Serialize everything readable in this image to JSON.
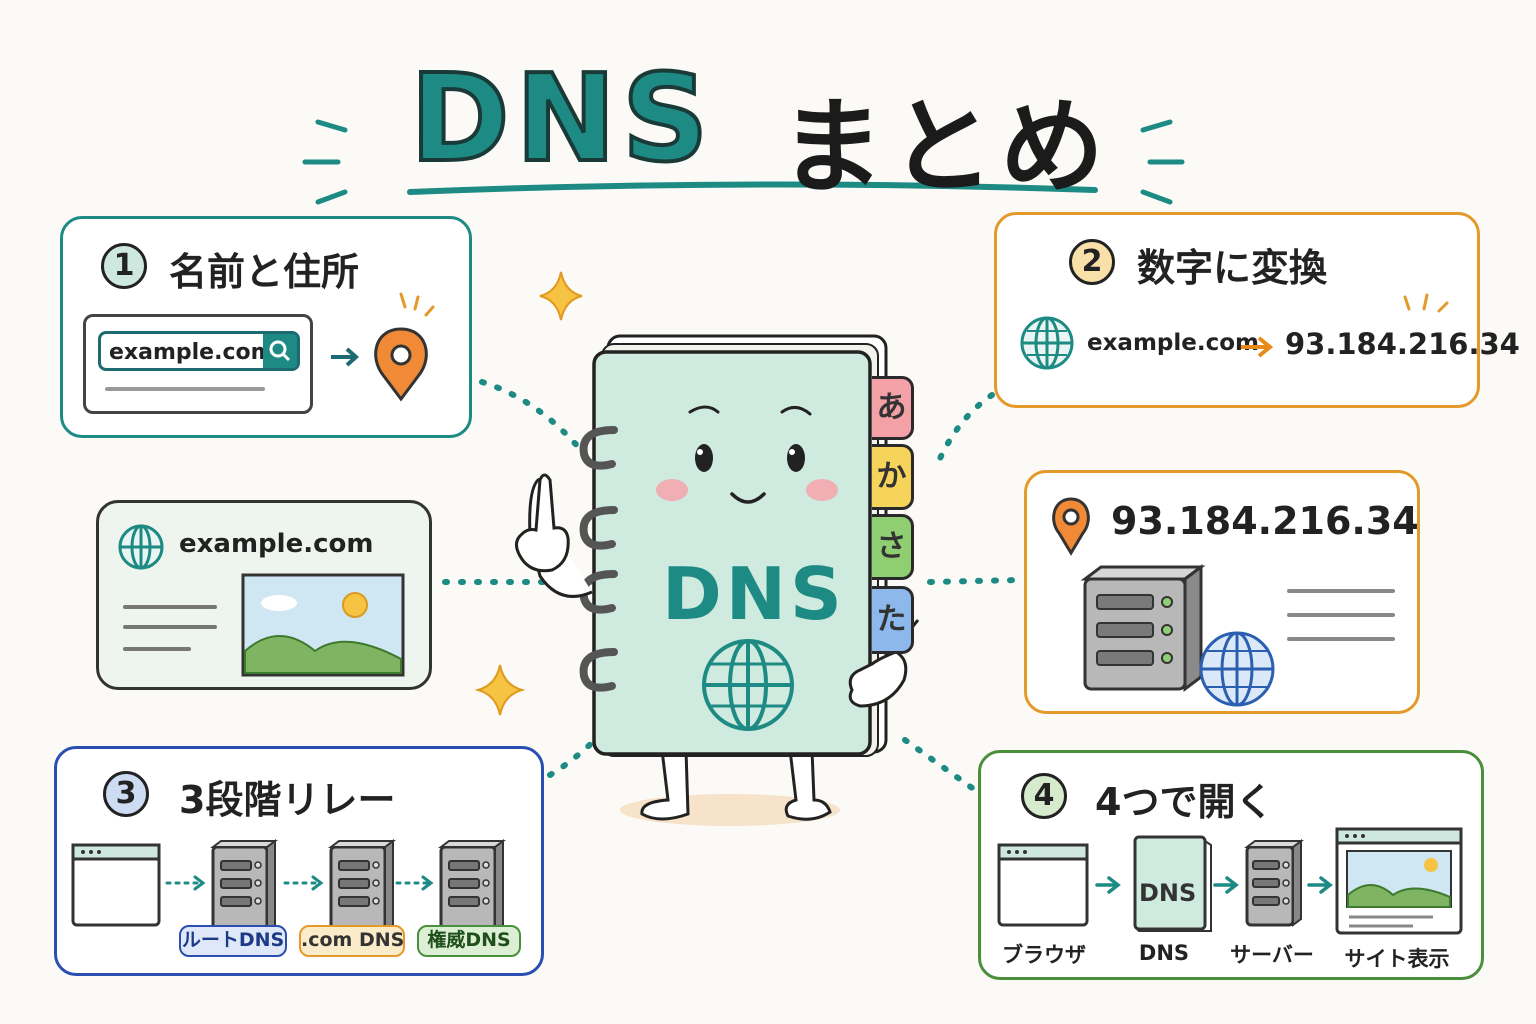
{
  "title": {
    "main": "DNS",
    "sub": "まとめ"
  },
  "colors": {
    "teal": "#1d8a84",
    "orange": "#e39a2a",
    "blue": "#2b4fb0",
    "green": "#4a8f3c",
    "book": "#cfeadf"
  },
  "panel1": {
    "number": "1",
    "title": "名前と住所",
    "search_value": "example.com",
    "icons": [
      "search-icon",
      "arrow-right-icon",
      "location-pin-icon"
    ]
  },
  "panel2": {
    "number": "2",
    "title": "数字に変換",
    "domain": "example.com",
    "ip": "93.184.216.34",
    "icons": [
      "globe-icon",
      "arrow-right-icon"
    ]
  },
  "panel_web": {
    "domain": "example.com",
    "icons": [
      "globe-icon",
      "landscape-image-icon"
    ]
  },
  "panel_server": {
    "ip": "93.184.216.34",
    "icons": [
      "location-pin-icon",
      "server-icon",
      "globe-icon"
    ]
  },
  "panel3": {
    "number": "3",
    "title": "3段階リレー",
    "steps": [
      {
        "label": "ルートDNS",
        "color": "#2b4fb0"
      },
      {
        "label": ".com DNS",
        "color": "#e39a2a"
      },
      {
        "label": "権威DNS",
        "color": "#4a8f3c"
      }
    ]
  },
  "panel4": {
    "number": "4",
    "title": "4つで開く",
    "steps": [
      {
        "label": "ブラウザ"
      },
      {
        "label": "DNS",
        "box_text": "DNS"
      },
      {
        "label": "サーバー"
      },
      {
        "label": "サイト表示"
      }
    ]
  },
  "book": {
    "cover_text": "DNS",
    "tabs": [
      {
        "text": "あ",
        "color": "#f3a0a6"
      },
      {
        "text": "か",
        "color": "#f6d35a"
      },
      {
        "text": "さ",
        "color": "#8fcf72"
      },
      {
        "text": "た",
        "color": "#8cb8ec"
      }
    ]
  }
}
